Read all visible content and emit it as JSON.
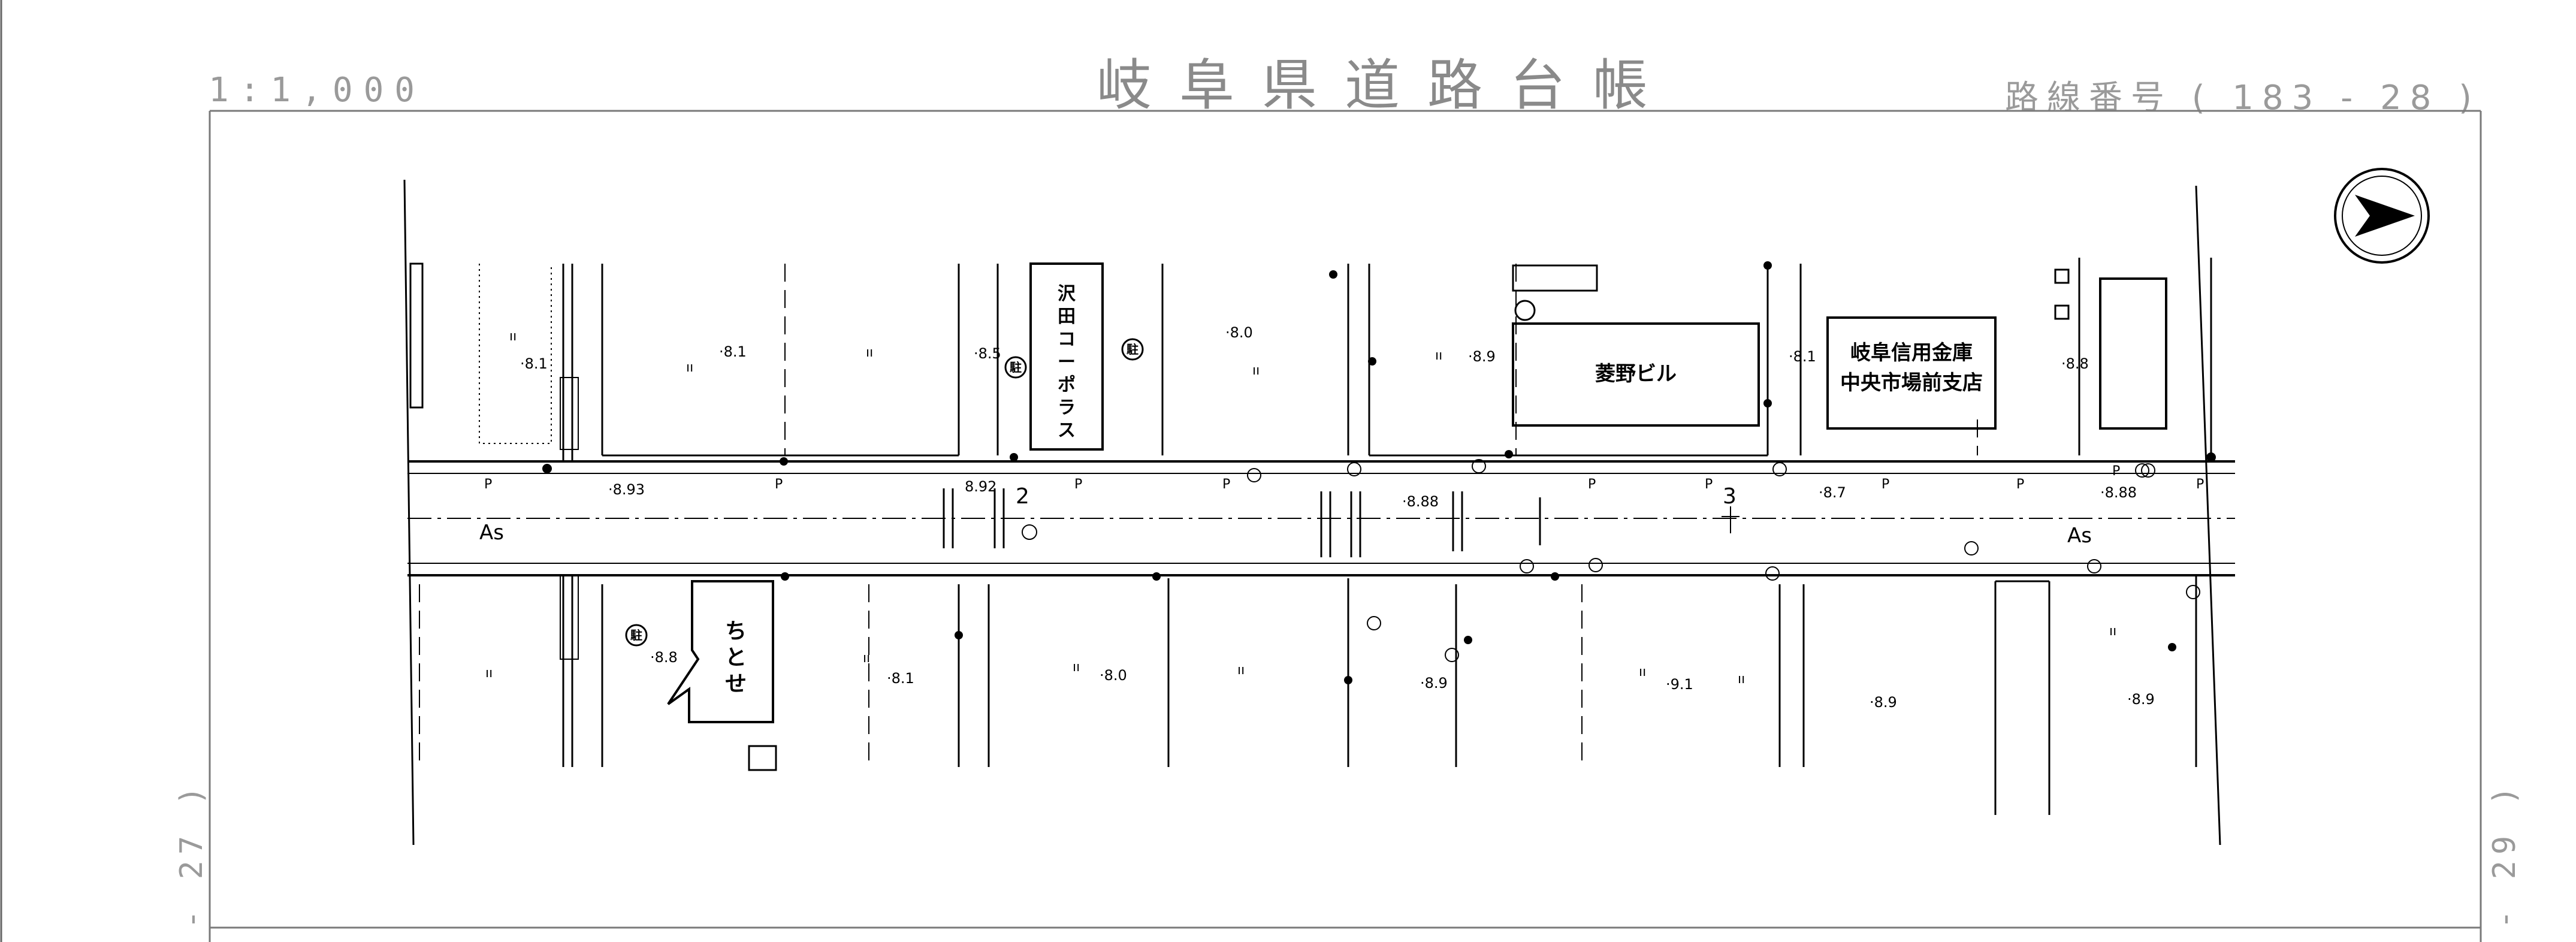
{
  "header": {
    "scale": "1:1,000",
    "title": "岐阜県道路台帳",
    "route": "路線番号 ( 183 - 28 )"
  },
  "edge_labels": {
    "left": "- 27 )",
    "right": "- 29 )"
  },
  "buildings": {
    "sawada": "沢田コーポラス",
    "hishino": "菱野ビル",
    "bank_line1": "岐阜信用金庫",
    "bank_line2": "中央市場前支店",
    "chitose": "ちとせ"
  },
  "road": {
    "surface_left": "As",
    "surface_right": "As",
    "station_2": "2",
    "station_3": "3"
  },
  "elevations": {
    "e1": "·8.1",
    "e2": "·8.1",
    "e3": "·8.5",
    "e4": "·8.0",
    "e5": "·8.9",
    "e6": "·8.1",
    "e7": "·8.8",
    "e8": "·8.93",
    "e9": "8.92",
    "e10": "·8.88",
    "e11": "·8.7",
    "e12": "·8.88",
    "e13": "·8.8",
    "e14": "·8.1",
    "e15": "·8.0",
    "e16": "·8.9",
    "e17": "·9.1",
    "e18": "·8.9",
    "e19": "·8.9"
  },
  "symbols": {
    "parking": "P",
    "parking_mark": "駐",
    "grass": "ıı"
  },
  "north_arrow_icon": "north-arrow-icon"
}
